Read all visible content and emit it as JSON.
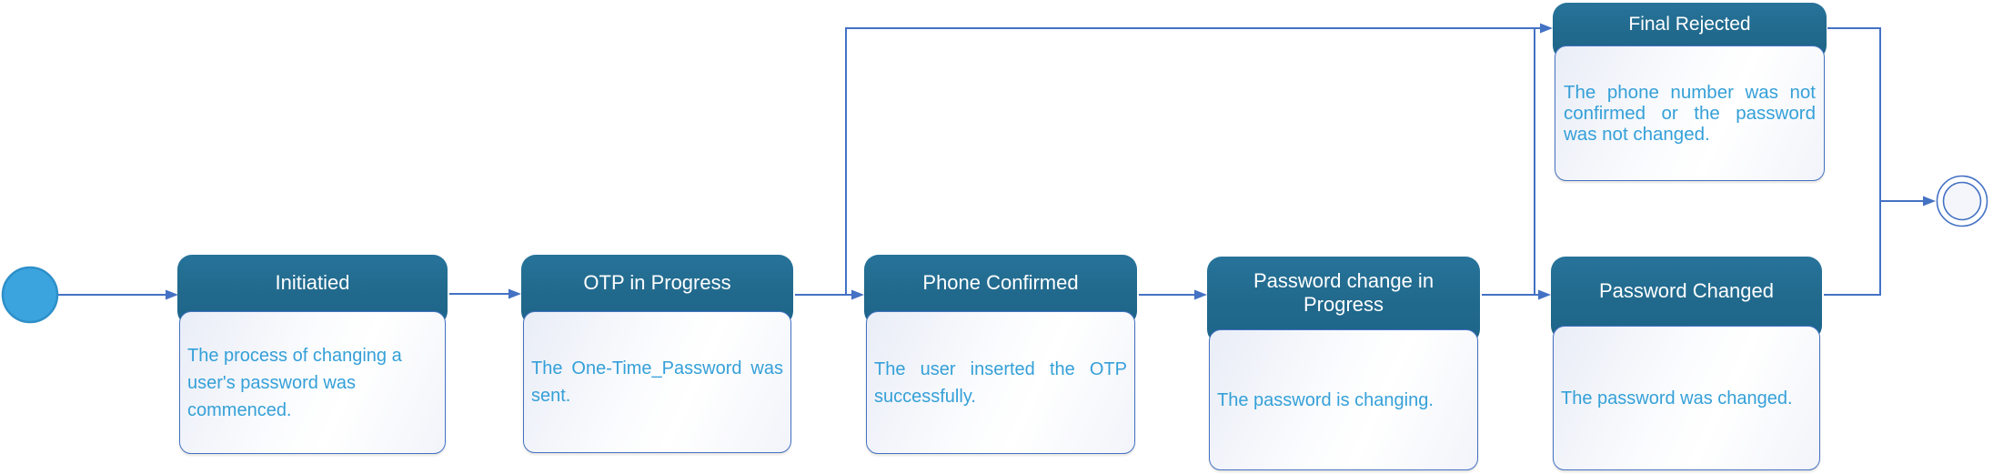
{
  "colors": {
    "state_header_fill": "#21698C",
    "state_title_text": "#FFFFFF",
    "state_description_text": "#35A0D8",
    "state_body_border": "#4472C4",
    "connector": "#4472C4",
    "initial_state_fill": "#3BA4DE",
    "initial_state_border": "#2E8FC9",
    "final_state_border": "#4472C4"
  },
  "states": [
    {
      "id": "initiated",
      "title": "Initiatied",
      "description": "The process of changing a user's password was commenced."
    },
    {
      "id": "otp_in_progress",
      "title": "OTP in Progress",
      "description": "The One-Time_Password was sent."
    },
    {
      "id": "phone_confirmed",
      "title": "Phone Confirmed",
      "description": "The user inserted the OTP successfully."
    },
    {
      "id": "password_change_in_progress",
      "title": "Password change in Progress",
      "description": "The password is changing."
    },
    {
      "id": "password_changed",
      "title": "Password Changed",
      "description": "The password was changed."
    },
    {
      "id": "final_rejected",
      "title": "Final Rejected",
      "description": "The phone number was not confirmed or the password was not changed."
    }
  ],
  "pseudostates": [
    {
      "id": "initial",
      "kind": "initial-state-dot"
    },
    {
      "id": "final",
      "kind": "final-state-double-circle"
    }
  ],
  "transitions": [
    {
      "from": "initial",
      "to": "initiated"
    },
    {
      "from": "initiated",
      "to": "otp_in_progress"
    },
    {
      "from": "otp_in_progress",
      "to": "phone_confirmed"
    },
    {
      "from": "otp_in_progress",
      "to": "final_rejected"
    },
    {
      "from": "phone_confirmed",
      "to": "password_change_in_progress"
    },
    {
      "from": "password_change_in_progress",
      "to": "password_changed"
    },
    {
      "from": "password_change_in_progress",
      "to": "final_rejected"
    },
    {
      "from": "final_rejected",
      "to": "final"
    },
    {
      "from": "password_changed",
      "to": "final"
    }
  ]
}
